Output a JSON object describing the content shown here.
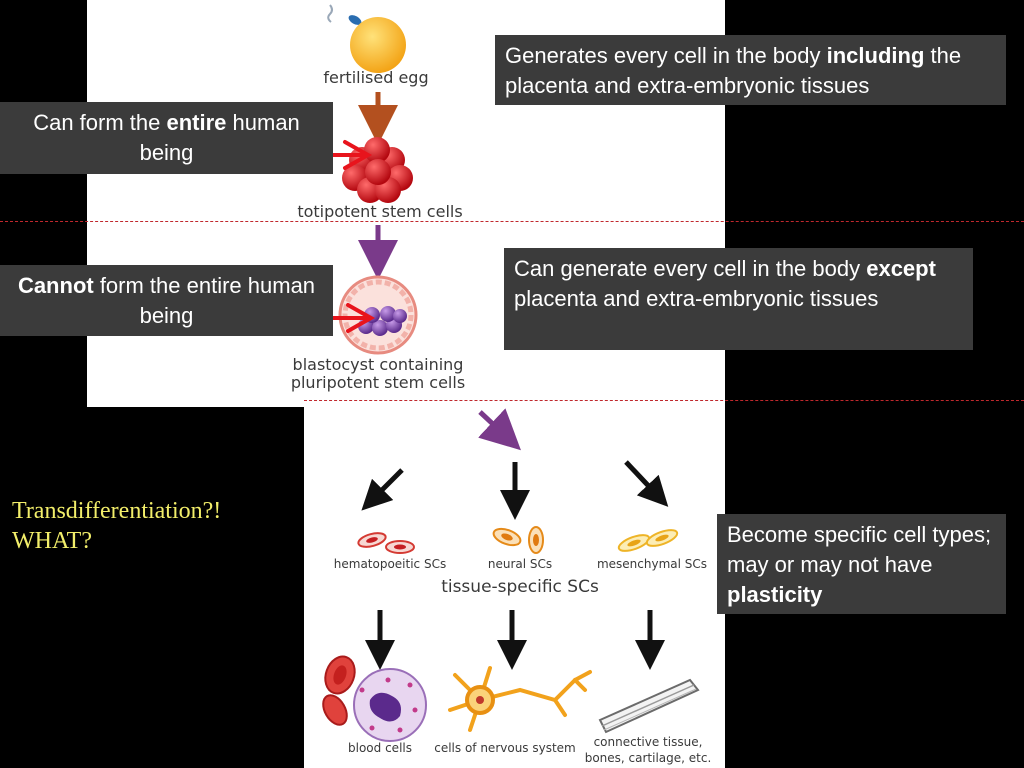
{
  "diagram": {
    "stages": {
      "fertilised_egg": "fertilised egg",
      "totipotent": "totipotent stem cells",
      "blastocyst_line1": "blastocyst containing",
      "blastocyst_line2": "pluripotent stem cells",
      "tissue_specific": "tissue-specific SCs",
      "hematopoietic": "hematopoeitic SCs",
      "neural": "neural SCs",
      "mesenchymal": "mesenchymal SCs",
      "blood_cells": "blood cells",
      "nervous_cells": "cells of nervous system",
      "connective_line1": "connective tissue,",
      "connective_line2": "bones, cartilage, etc."
    }
  },
  "callouts": {
    "totipotent_box": {
      "pre": "Generates every cell in the body ",
      "bold": "including",
      "post": " the placenta and extra-embryonic tissues"
    },
    "entire_box": {
      "pre": "Can form the ",
      "bold": "entire",
      "post": " human being"
    },
    "pluripotent_box": {
      "pre": "Can generate every cell in the body ",
      "bold": "except",
      "post": " placenta and extra-embryonic tissues"
    },
    "cannot_box": {
      "bold": "Cannot",
      "post": " form the entire human being"
    },
    "specific_box": {
      "pre": "Become specific cell types; may or may not have ",
      "bold": "plasticity"
    }
  },
  "side_note": {
    "line1": "Transdifferentiation?!",
    "line2": "WHAT?"
  },
  "colors": {
    "background": "#000000",
    "box": "#3b3b3b",
    "text_yellow": "#f2ee6a",
    "red_arrow": "#e8141c",
    "purple": "#7a3a8a",
    "brown": "#b3501f"
  }
}
